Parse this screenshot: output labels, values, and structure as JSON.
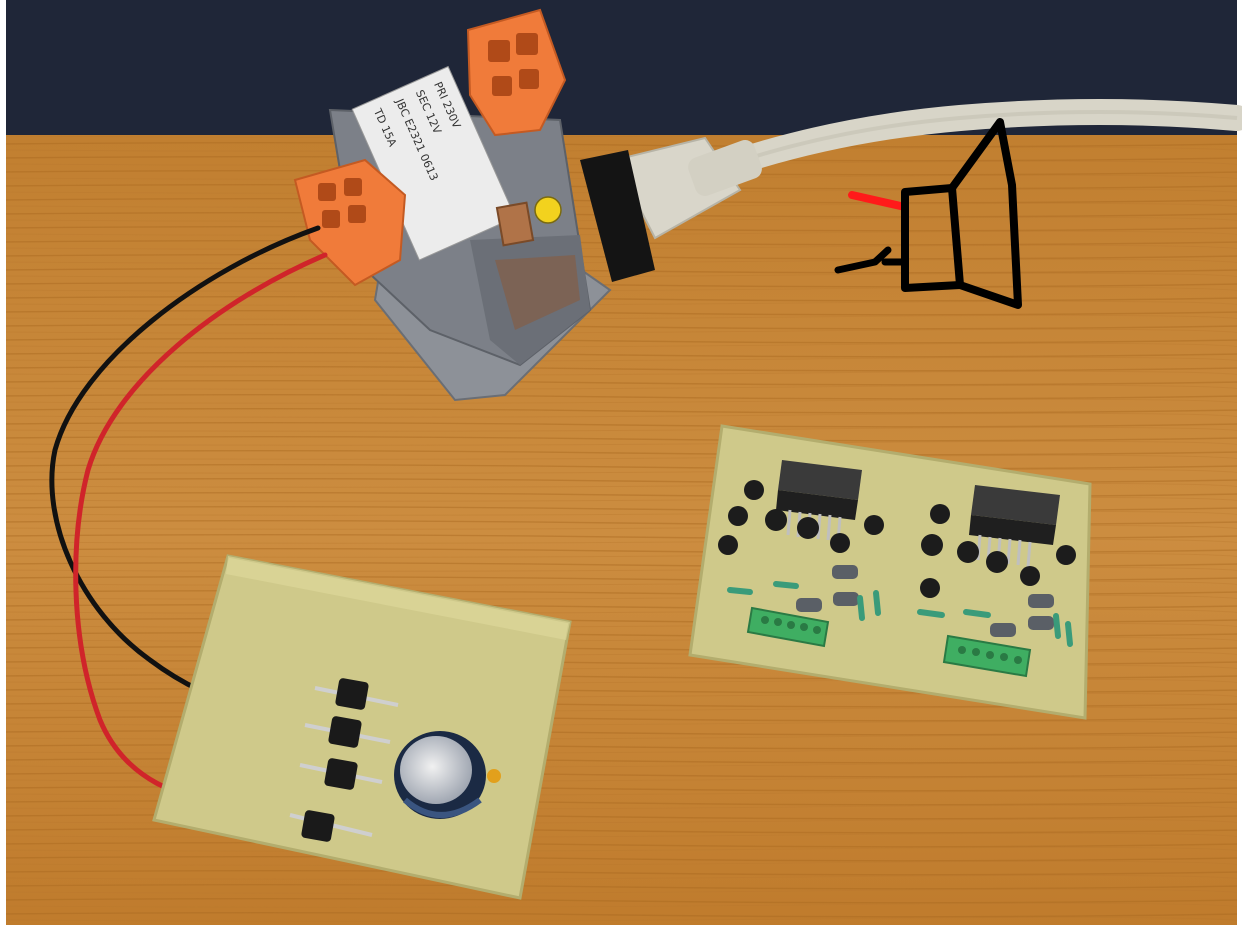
{
  "photo": {
    "colors": {
      "wall": "#1f2638",
      "wood": "#c98a3a",
      "wood_dark": "#a86a22",
      "pcb": "#cfc98a",
      "pcb_edge": "#b3ad6e",
      "terminal_orange": "#f07b3a",
      "terminal_green": "#3fae62",
      "cable_grey": "#d8d5c8",
      "wire_red": "#d0242a",
      "wire_black": "#111111",
      "transformer_core": "#7c8088",
      "label_bg": "#ececec",
      "sketch_red": "#ff1a1a",
      "sketch_black": "#000000"
    },
    "transformer_label": {
      "line1": "PRI 230V",
      "line2": "SEC 12V",
      "line3": "JBC E2321 0613",
      "line4": "TD 15A"
    }
  },
  "objects": {
    "transformer": "transformer",
    "power_cord": "power-cord",
    "rectifier_board": "rectifier-board",
    "amplifier_board": "amplifier-board",
    "speaker_sketch": "speaker-sketch"
  }
}
